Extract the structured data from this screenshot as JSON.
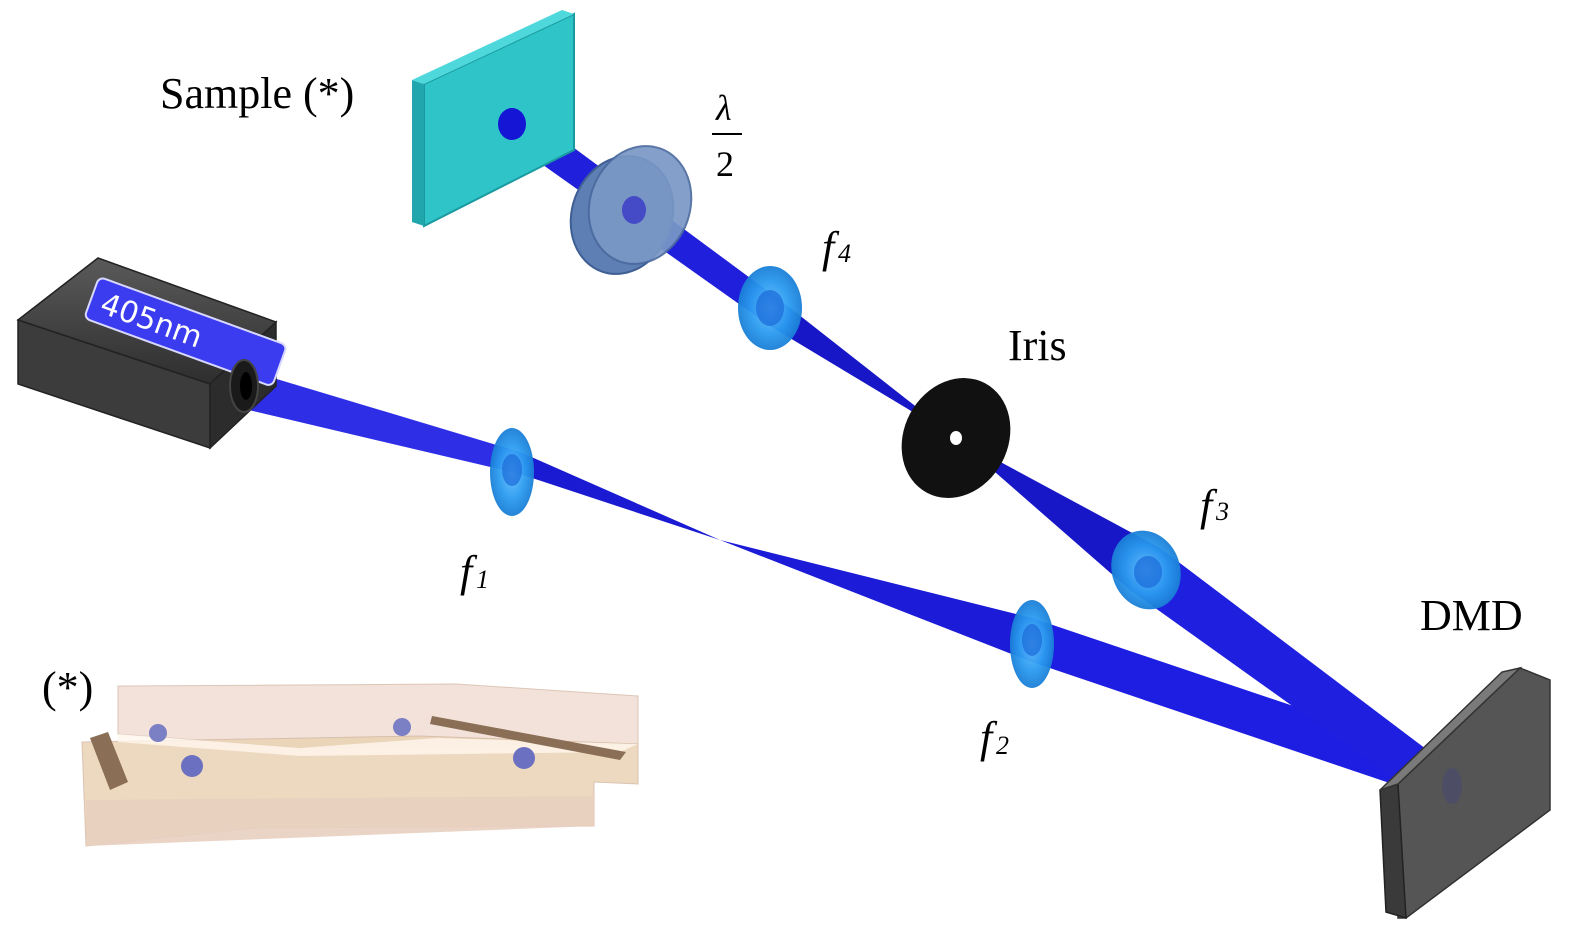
{
  "labels": {
    "sample": "Sample (*)",
    "lambda_numerator": "λ",
    "lambda_denominator": "2",
    "f4_main": "f",
    "f4_sub": "4",
    "iris": "Iris",
    "f3_main": "f",
    "f3_sub": "3",
    "f1_main": "f",
    "f1_sub": "1",
    "f2_main": "f",
    "f2_sub": "2",
    "dmd": "DMD",
    "inset_marker": "(*)"
  },
  "laser": {
    "wavelength_label": "405nm"
  },
  "colors": {
    "beam": "#1a1adc",
    "beam_dark": "#0b0b8a",
    "lens": "#1f8fe6",
    "sample_plate": "#2ec4c8",
    "waveplate": "#6f8fb8",
    "iris": "#111111",
    "laser_body": "#3a3a3a",
    "laser_label_bg": "#3b3bf0",
    "dmd": "#6b6b6b",
    "inset_glass": "#e9d2c2",
    "inset_spacer": "#8a6e55",
    "inset_particle": "#7b7fc4"
  }
}
